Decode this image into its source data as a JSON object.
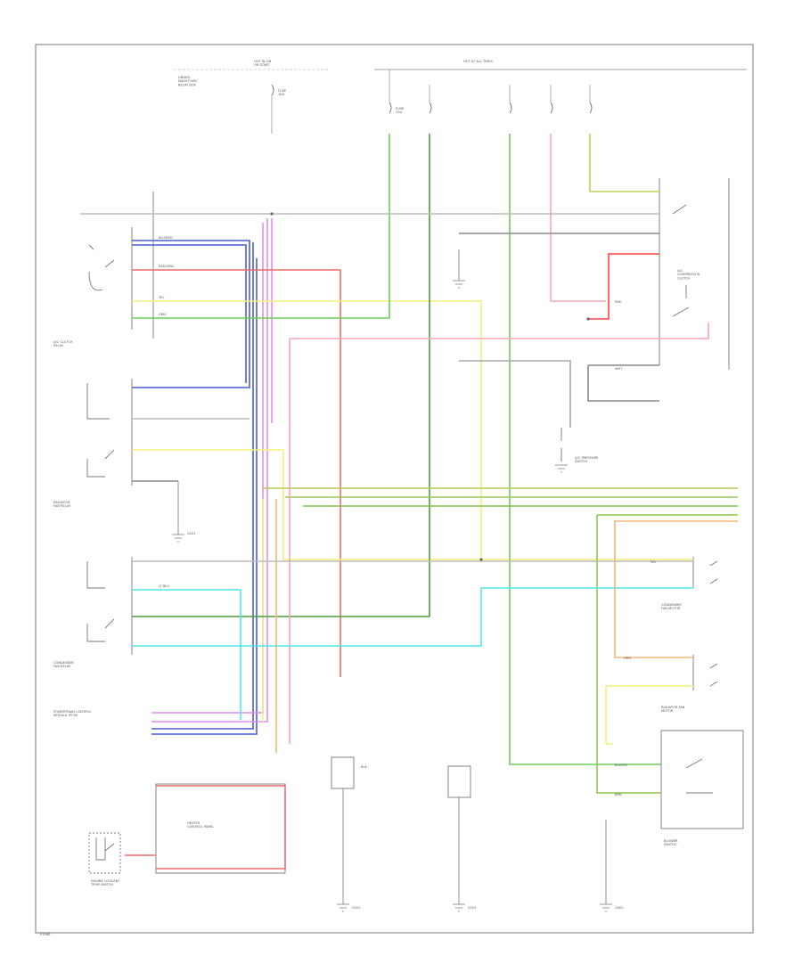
{
  "title": "",
  "footer_code": "91940",
  "colors": {
    "blue": "#4a5bd6",
    "magenta": "#e48cf0",
    "red": "#ee6a6a",
    "yellow": "#f2f07a",
    "green": "#6acf5a",
    "dark_green": "#4f9e3e",
    "pink": "#f7a6b8",
    "cyan": "#4fe8e8",
    "orange": "#f3b678",
    "olive": "#c0d25a",
    "gray": "#8a8a8a"
  },
  "labels": {
    "hot_run": "HOT IN ON\nOR START",
    "hot_all": "HOT AT ALL TIMES",
    "fuse_a": "FUSE\n10A",
    "fuse_b": "FUSE\n10A",
    "underdash_box": "UNDER-\nDASH FUSE/\nRELAY BOX",
    "ac_clutch_relay": "A/C CLUTCH\nRELAY",
    "fan_relay": "RADIATOR\nFAN RELAY",
    "condenser_fan_relay": "CONDENSER\nFAN RELAY",
    "engine_coolant_switch": "ENGINE COOLANT\nTEMP SWITCH",
    "pcm": "POWERTRAIN CONTROL\nMODULE (PCM)",
    "heater_control_panel": "HEATER\nCONTROL PANEL",
    "condenser_fan_motor": "CONDENSER\nFAN MOTOR",
    "radiator_fan_motor": "RADIATOR FAN\nMOTOR",
    "ac_pressure_switch": "A/C PRESSURE\nSWITCH",
    "ac_compressor_clutch": "A/C\nCOMPRESSOR\nCLUTCH",
    "blower_switch": "BLOWER\nSWITCH",
    "ground_1": "G101",
    "ground_2": "G101",
    "ground_3": "G401",
    "ground_4": "G201",
    "wire_blk": "BLK",
    "wire_blu_red": "BLU/RED",
    "wire_red_grn": "RED/GRN",
    "wire_yel": "YEL",
    "wire_grn": "GRN",
    "wire_pnk": "PNK",
    "wire_lt_blu": "LT BLU",
    "wire_org": "ORG",
    "wire_brn": "BRN",
    "wire_wht": "WHT",
    "wire_blk_yel": "BLK/YEL"
  }
}
